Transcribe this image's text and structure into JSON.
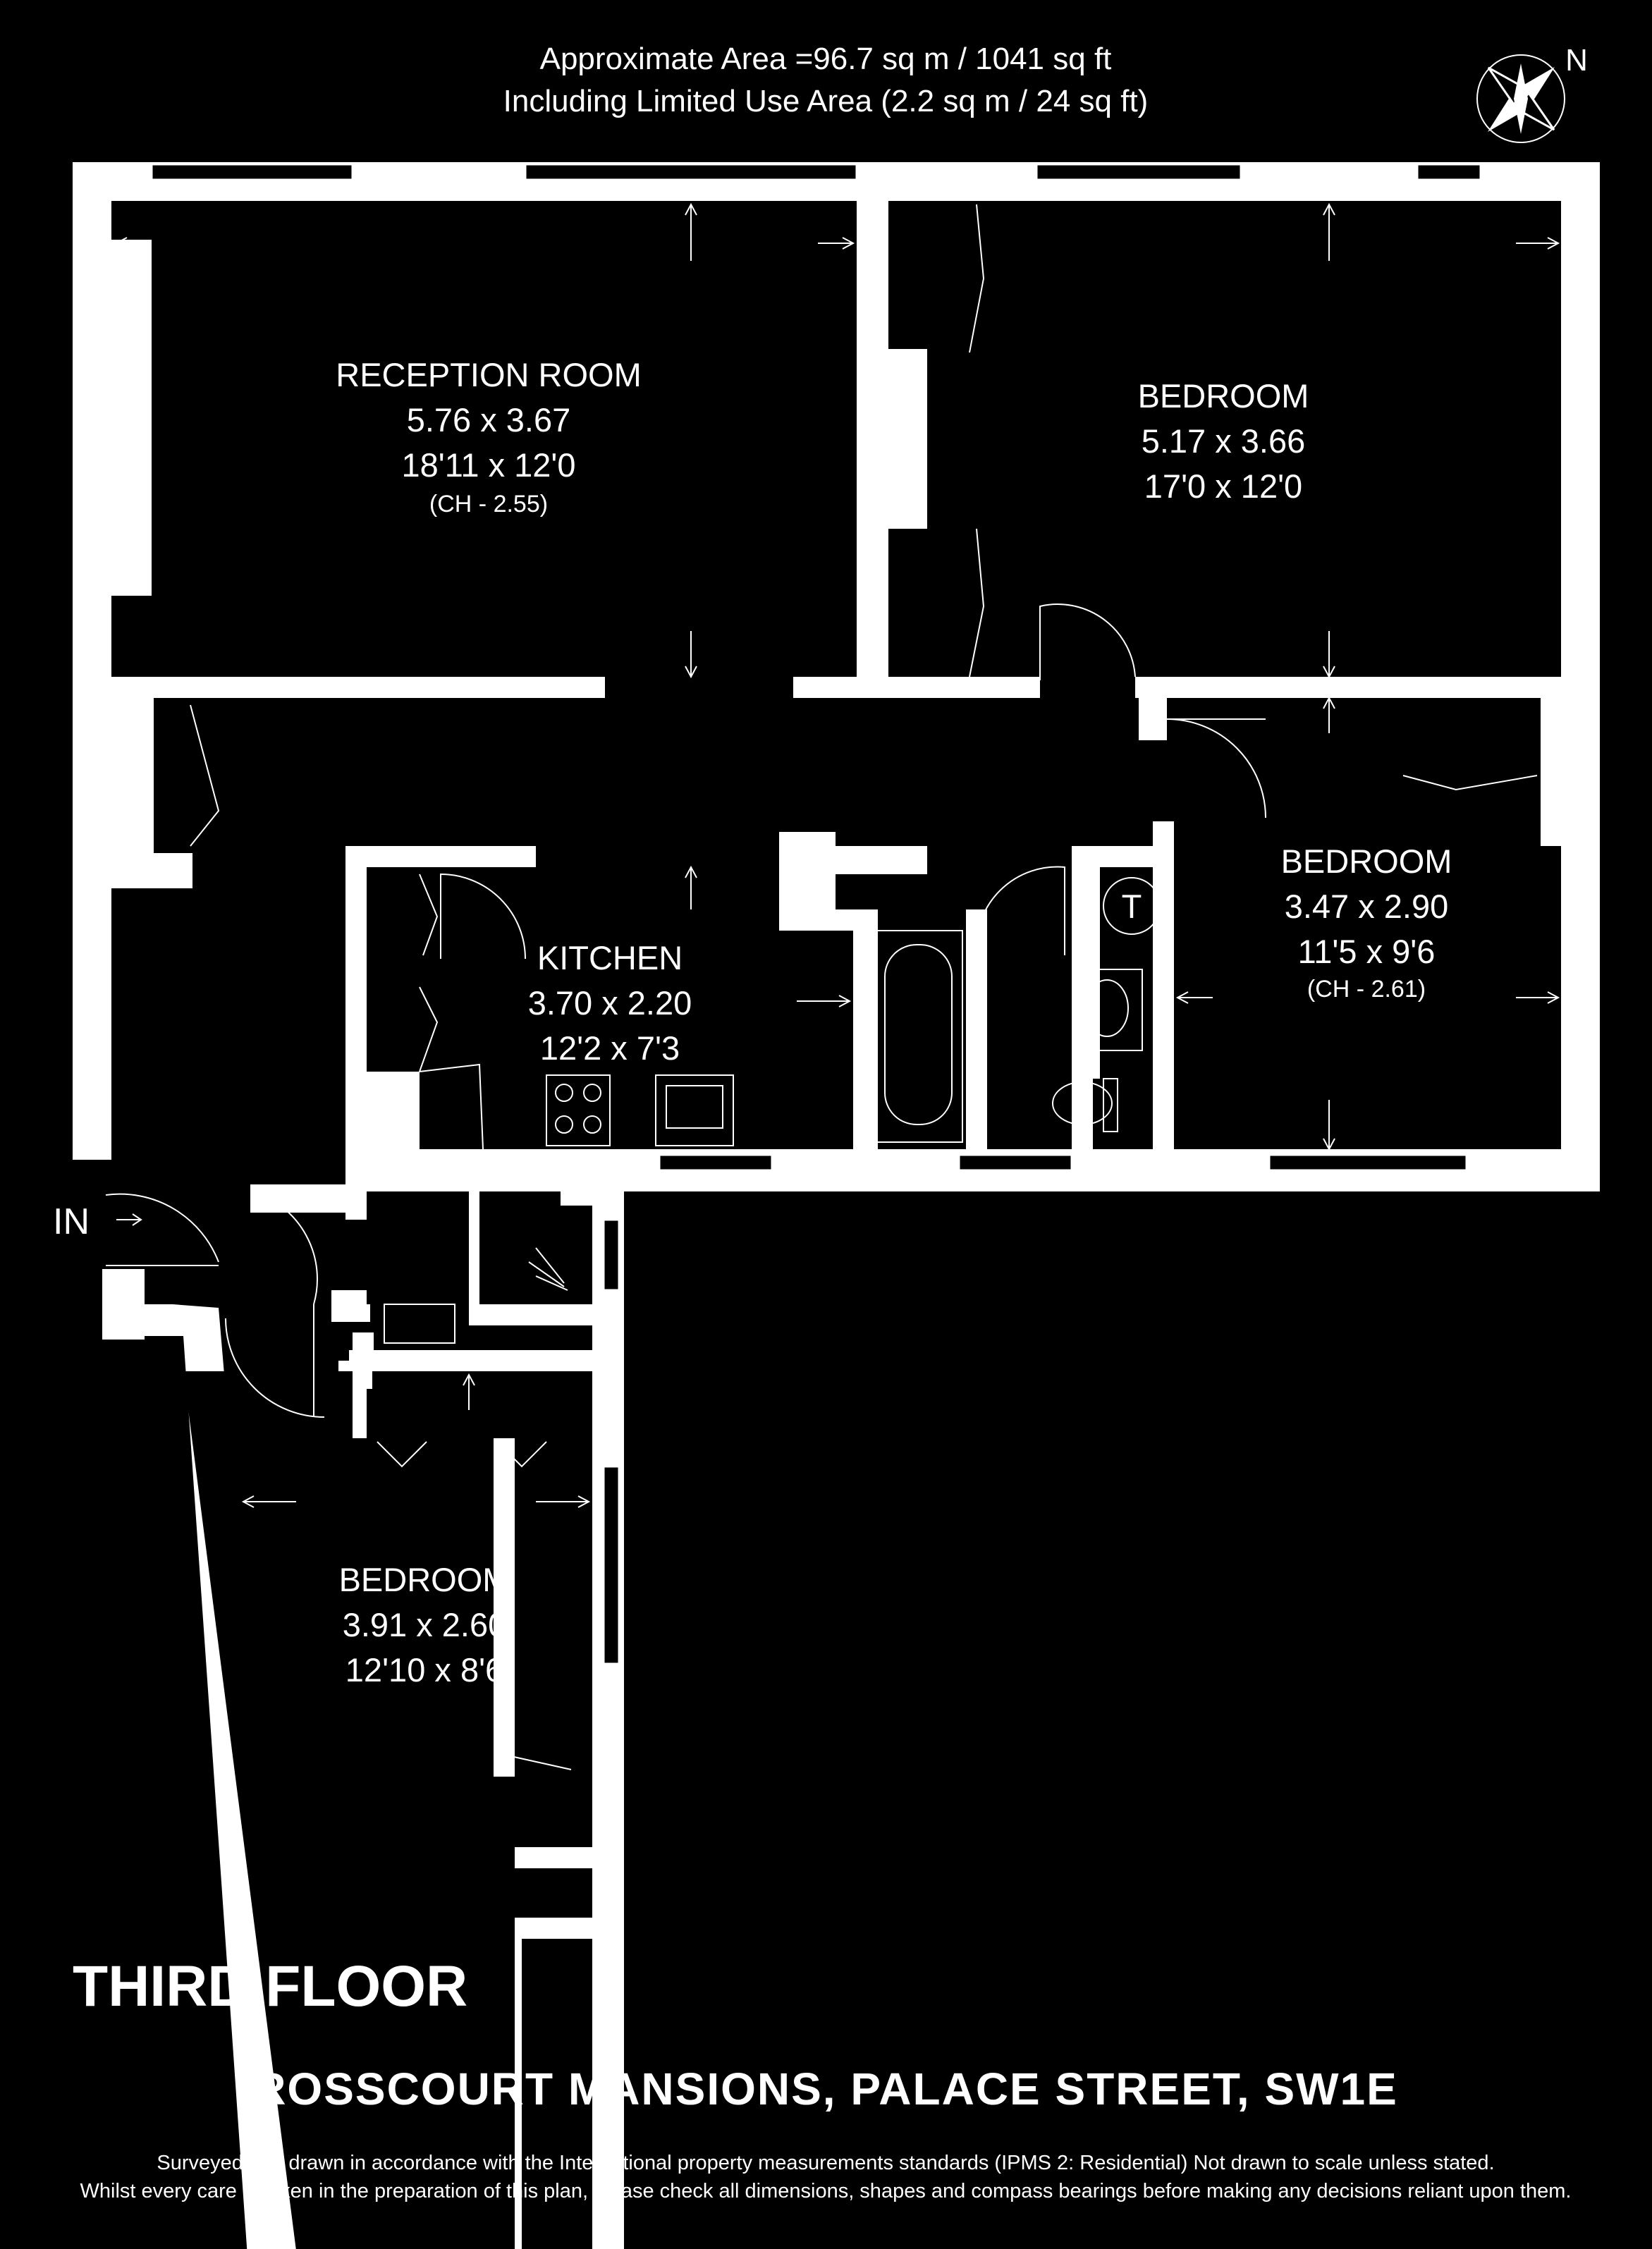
{
  "header": {
    "area_line": "Approximate Area =96.7 sq m / 1041 sq ft",
    "limited_line": "Including Limited Use Area (2.2 sq m / 24 sq ft)"
  },
  "compass": {
    "label": "N"
  },
  "rooms": {
    "reception": {
      "name": "RECEPTION ROOM",
      "metric": "5.76 x 3.67",
      "imperial": "18'11 x 12'0",
      "ceiling": "(CH - 2.55)"
    },
    "bedroom_1": {
      "name": "BEDROOM",
      "metric": "5.17 x 3.66",
      "imperial": "17'0 x 12'0"
    },
    "bedroom_2": {
      "name": "BEDROOM",
      "metric": "3.47 x 2.90",
      "imperial": "11'5 x 9'6",
      "ceiling": "(CH - 2.61)"
    },
    "kitchen": {
      "name": "KITCHEN",
      "metric": "3.70 x 2.20",
      "imperial": "12'2 x 7'3"
    },
    "bedroom_3": {
      "name": "BEDROOM",
      "metric": "3.91 x 2.60",
      "imperial": "12'10 x 8'6"
    }
  },
  "markers": {
    "entrance": "IN",
    "tank": "T"
  },
  "floor_label": "THIRD FLOOR",
  "address": "ROSSCOURT MANSIONS, PALACE STREET, SW1E",
  "disclaimer": {
    "line1": "Surveyed and drawn in accordance with the International property measurements standards (IPMS 2: Residential) Not drawn to scale unless stated.",
    "line2": "Whilst every care is taken in the preparation of this plan, please check all dimensions, shapes and compass bearings before making any decisions reliant upon them."
  },
  "colors": {
    "background": "#000000",
    "walls": "#ffffff"
  }
}
